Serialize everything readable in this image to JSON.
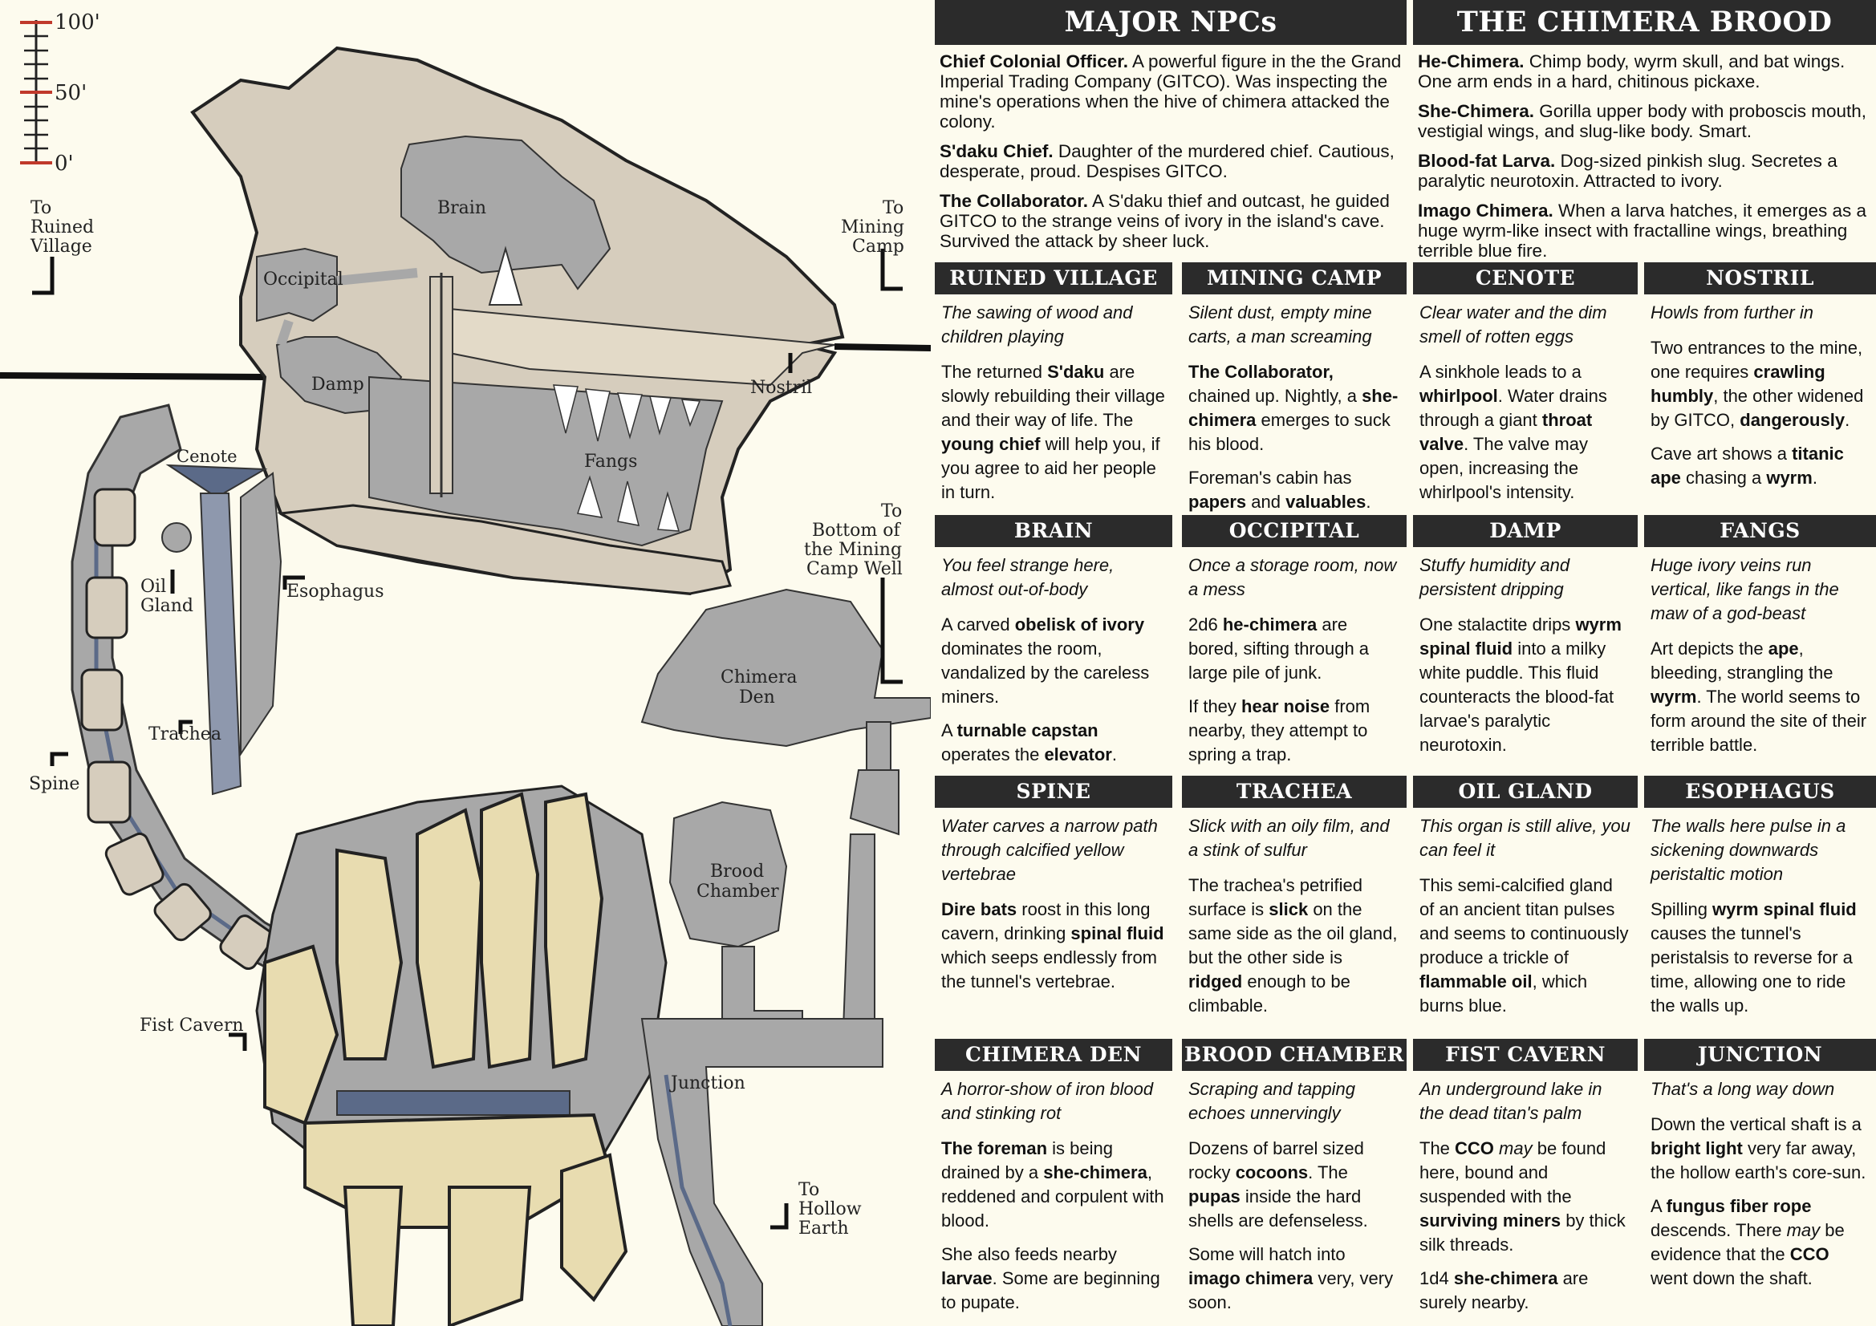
{
  "map": {
    "scale": [
      "100'",
      "50'",
      "0'"
    ],
    "labels": {
      "to_ruined_village": [
        "To",
        "Ruined",
        "Village"
      ],
      "to_mining_camp": [
        "To",
        "Mining",
        "Camp"
      ],
      "to_well": [
        "To",
        "Bottom of",
        "the Mining",
        "Camp Well"
      ],
      "to_hollow_earth": [
        "To",
        "Hollow",
        "Earth"
      ],
      "brain": "Brain",
      "occipital": "Occipital",
      "damp": "Damp",
      "nostril": "Nostril",
      "fangs": "Fangs",
      "cenote": "Cenote",
      "oil_gland": [
        "Oil",
        "Gland"
      ],
      "esophagus": "Esophagus",
      "trachea": "Trachea",
      "spine": "Spine",
      "chimera_den": [
        "Chimera",
        "Den"
      ],
      "brood_chamber": [
        "Brood",
        "Chamber"
      ],
      "fist_cavern": "Fist Cavern",
      "junction": "Junction"
    }
  },
  "npcs": {
    "title": "MAJOR NPCs",
    "entries": [
      {
        "name": "Chief Colonial Officer.",
        "text": " A powerful figure in the the Grand Imperial Trading Company (GITCO). Was inspecting the mine's operations when the hive of chimera attacked the colony."
      },
      {
        "name": "S'daku Chief.",
        "text": " Daughter of the murdered chief. Cautious, desperate, proud. Despises GITCO."
      },
      {
        "name": "The Collaborator.",
        "text": " A S'daku thief and outcast, he guided GITCO to the strange veins of ivory in the island's cave. Survived the attack by sheer luck."
      }
    ]
  },
  "brood": {
    "title": "THE CHIMERA BROOD",
    "entries": [
      {
        "name": "He-Chimera.",
        "text": " Chimp body, wyrm skull, and bat wings. One arm ends in a hard, chitinous pickaxe."
      },
      {
        "name": "She-Chimera.",
        "text": " Gorilla upper body with proboscis mouth, vestigial wings, and slug-like body. Smart."
      },
      {
        "name": "Blood-fat Larva.",
        "text": " Dog-sized pinkish slug. Secretes a paralytic neurotoxin. Attracted to ivory."
      },
      {
        "name": "Imago Chimera.",
        "text": " When a larva hatches, it emerges as a huge wyrm-like insect with fractalline wings, breathing terrible blue fire."
      }
    ]
  },
  "areas": [
    {
      "title": "RUINED VILLAGE",
      "flavor": "The sawing of wood and children playing",
      "paras": [
        [
          [
            "The returned ",
            0
          ],
          [
            "S'daku",
            1
          ],
          [
            " are slowly rebuilding their village and their way of life. The ",
            0
          ],
          [
            "young chief",
            1
          ],
          [
            " will help you, if you agree to aid her people in turn.",
            0
          ]
        ]
      ]
    },
    {
      "title": "MINING CAMP",
      "flavor": "Silent dust, empty mine carts, a man screaming",
      "paras": [
        [
          [
            "The Collaborator,",
            1
          ],
          [
            " chained up. Nightly, a ",
            0
          ],
          [
            "she-chimera",
            1
          ],
          [
            " emerges to suck his blood.",
            0
          ]
        ],
        [
          [
            "Foreman's cabin has ",
            0
          ],
          [
            "papers",
            1
          ],
          [
            " and ",
            0
          ],
          [
            "valuables",
            1
          ],
          [
            ".",
            0
          ]
        ]
      ]
    },
    {
      "title": "CENOTE",
      "flavor": "Clear water and the dim smell of rotten eggs",
      "paras": [
        [
          [
            "A sinkhole leads to a ",
            0
          ],
          [
            "whirlpool",
            1
          ],
          [
            ". Water drains through a giant ",
            0
          ],
          [
            "throat valve",
            1
          ],
          [
            ". The valve may open, increasing the whirlpool's intensity.",
            0
          ]
        ]
      ]
    },
    {
      "title": "NOSTRIL",
      "flavor": "Howls from further in",
      "paras": [
        [
          [
            "Two entrances to the mine, one requires ",
            0
          ],
          [
            "crawling humbly",
            1
          ],
          [
            ", the other widened by GITCO, ",
            0
          ],
          [
            "dangerously",
            1
          ],
          [
            ".",
            0
          ]
        ],
        [
          [
            "Cave art shows a ",
            0
          ],
          [
            "titanic ape",
            1
          ],
          [
            " chasing a ",
            0
          ],
          [
            "wyrm",
            1
          ],
          [
            ".",
            0
          ]
        ]
      ]
    },
    {
      "title": "BRAIN",
      "flavor": "You feel strange here, almost out-of-body",
      "paras": [
        [
          [
            "A carved ",
            0
          ],
          [
            "obelisk of ivory",
            1
          ],
          [
            " dominates the room, vandalized by the careless miners.",
            0
          ]
        ],
        [
          [
            "A ",
            0
          ],
          [
            "turnable capstan",
            1
          ],
          [
            " operates the ",
            0
          ],
          [
            "elevator",
            1
          ],
          [
            ".",
            0
          ]
        ]
      ]
    },
    {
      "title": "OCCIPITAL",
      "flavor": "Once a storage room, now a mess",
      "paras": [
        [
          [
            "2d6 ",
            0
          ],
          [
            "he-chimera",
            1
          ],
          [
            " are bored, sifting through a large pile of junk.",
            0
          ]
        ],
        [
          [
            "If they ",
            0
          ],
          [
            "hear noise",
            1
          ],
          [
            " from nearby, they attempt to spring a trap.",
            0
          ]
        ]
      ]
    },
    {
      "title": "DAMP",
      "flavor": "Stuffy humidity and persistent dripping",
      "paras": [
        [
          [
            "One stalactite drips ",
            0
          ],
          [
            "wyrm spinal fluid",
            1
          ],
          [
            " into a milky white puddle. This fluid counteracts the blood-fat larvae's paralytic neurotoxin.",
            0
          ]
        ]
      ]
    },
    {
      "title": "FANGS",
      "flavor": "Huge ivory veins run vertical, like fangs in the maw of a god-beast",
      "paras": [
        [
          [
            "Art depicts the ",
            0
          ],
          [
            "ape",
            1
          ],
          [
            ", bleeding, strangling the ",
            0
          ],
          [
            "wyrm",
            1
          ],
          [
            ". The world seems to form around the site of their terrible battle.",
            0
          ]
        ]
      ]
    },
    {
      "title": "SPINE",
      "flavor": "Water carves a narrow path through calcified yellow vertebrae",
      "paras": [
        [
          [
            "Dire bats",
            1
          ],
          [
            " roost in this long cavern, drinking ",
            0
          ],
          [
            "spinal fluid",
            1
          ],
          [
            " which seeps endlessly from the tunnel's vertebrae.",
            0
          ]
        ]
      ]
    },
    {
      "title": "TRACHEA",
      "flavor": "Slick with an oily film, and a stink of sulfur",
      "paras": [
        [
          [
            "The trachea's petrified surface is ",
            0
          ],
          [
            "slick",
            1
          ],
          [
            " on the same side as the oil gland, but the other side is ",
            0
          ],
          [
            "ridged",
            1
          ],
          [
            " enough to be climbable.",
            0
          ]
        ]
      ]
    },
    {
      "title": "OIL GLAND",
      "flavor": "This organ is still alive, you can feel it",
      "paras": [
        [
          [
            "This semi-calcified gland of an ancient titan pulses and seems to continuously produce a trickle of ",
            0
          ],
          [
            "flammable oil",
            1
          ],
          [
            ", which burns blue.",
            0
          ]
        ]
      ]
    },
    {
      "title": "ESOPHAGUS",
      "flavor": "The walls here pulse in a sickening downwards peristaltic motion",
      "paras": [
        [
          [
            "Spilling ",
            0
          ],
          [
            "wyrm spinal fluid",
            1
          ],
          [
            " causes the tunnel's peristalsis to reverse for a time, allowing one to ride the walls up.",
            0
          ]
        ]
      ]
    },
    {
      "title": "CHIMERA DEN",
      "flavor": "A horror-show of iron blood and stinking rot",
      "paras": [
        [
          [
            "The foreman",
            1
          ],
          [
            " is being drained by a ",
            0
          ],
          [
            "she-chimera",
            1
          ],
          [
            ", reddened and corpulent with blood.",
            0
          ]
        ],
        [
          [
            "She also feeds nearby ",
            0
          ],
          [
            "larvae",
            1
          ],
          [
            ". Some are beginning to pupate.",
            0
          ]
        ]
      ]
    },
    {
      "title": "BROOD CHAMBER",
      "flavor": "Scraping and tapping echoes unnervingly",
      "paras": [
        [
          [
            "Dozens of barrel sized rocky ",
            0
          ],
          [
            "cocoons",
            1
          ],
          [
            ". The ",
            0
          ],
          [
            "pupas",
            1
          ],
          [
            " inside the hard shells are defenseless.",
            0
          ]
        ],
        [
          [
            "Some will hatch into ",
            0
          ],
          [
            "imago chimera",
            1
          ],
          [
            " very, very soon.",
            0
          ]
        ]
      ]
    },
    {
      "title": "FIST CAVERN",
      "flavor": "An underground lake in the dead titan's palm",
      "paras": [
        [
          [
            "The ",
            0
          ],
          [
            "CCO",
            1
          ],
          [
            " may",
            2
          ],
          [
            " be found here, bound and suspended with the ",
            0
          ],
          [
            "surviving miners",
            1
          ],
          [
            " by thick silk threads.",
            0
          ]
        ],
        [
          [
            "1d4 ",
            0
          ],
          [
            "she-chimera",
            1
          ],
          [
            " are surely nearby.",
            0
          ]
        ]
      ]
    },
    {
      "title": "JUNCTION",
      "flavor": "That's a long way down",
      "paras": [
        [
          [
            "Down the vertical shaft is a ",
            0
          ],
          [
            "bright light",
            1
          ],
          [
            " very far away, the hollow earth's core-sun.",
            0
          ]
        ],
        [
          [
            "A ",
            0
          ],
          [
            "fungus fiber rope",
            1
          ],
          [
            " descends. There ",
            0
          ],
          [
            "may",
            2
          ],
          [
            " be evidence that the ",
            0
          ],
          [
            "CCO",
            1
          ],
          [
            " went down the shaft.",
            0
          ]
        ]
      ]
    }
  ]
}
